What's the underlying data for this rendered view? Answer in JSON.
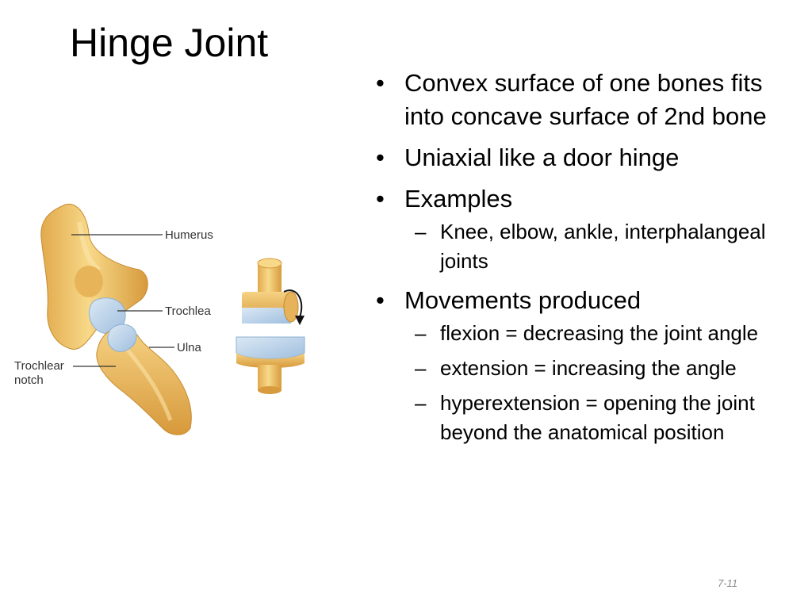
{
  "title": "Hinge Joint",
  "bullets": [
    "Convex surface of one bones fits into concave surface of 2nd bone",
    "Uniaxial like a door hinge",
    "Examples",
    "Movements produced"
  ],
  "examples_sub": [
    "Knee, elbow, ankle, interphalangeal joints"
  ],
  "movements_sub": [
    "flexion = decreasing the joint angle",
    "extension = increasing the angle",
    "hyperextension = opening the joint beyond the anatomical position"
  ],
  "figure_labels": {
    "humerus": "Humerus",
    "trochlea": "Trochlea",
    "ulna": "Ulna",
    "trochlear_notch_line1": "Trochlear",
    "trochlear_notch_line2": "notch"
  },
  "page_number": "7-11",
  "colors": {
    "bone": "#f1c56b",
    "bone_shade": "#d49a3a",
    "cartilage": "#b9d3ea"
  }
}
